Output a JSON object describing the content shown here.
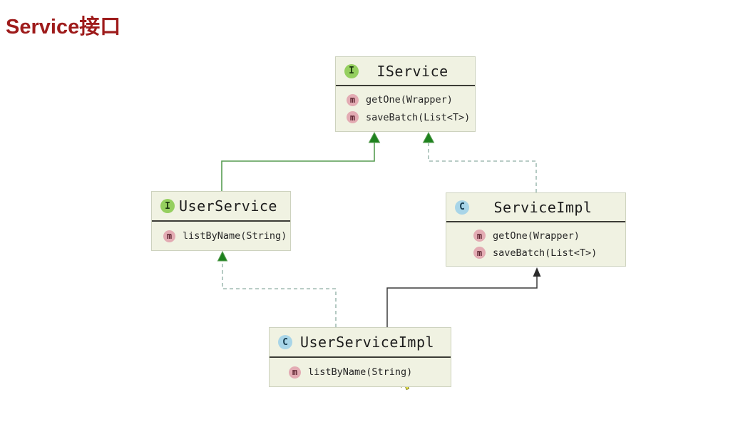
{
  "page": {
    "title": "Service接口"
  },
  "diagram": {
    "nodes": [
      {
        "id": "iservice",
        "kind": "interface",
        "badge": "I",
        "name": "IService",
        "methods": [
          {
            "badge": "m",
            "signature": "getOne(Wrapper)"
          },
          {
            "badge": "m",
            "signature": "saveBatch(List<T>)"
          }
        ]
      },
      {
        "id": "userservice",
        "kind": "interface",
        "badge": "I",
        "name": "UserService",
        "methods": [
          {
            "badge": "m",
            "signature": "listByName(String)"
          }
        ]
      },
      {
        "id": "serviceimpl",
        "kind": "class",
        "badge": "C",
        "name": "ServiceImpl",
        "methods": [
          {
            "badge": "m",
            "signature": "getOne(Wrapper)"
          },
          {
            "badge": "m",
            "signature": "saveBatch(List<T>)"
          }
        ]
      },
      {
        "id": "userserviceimpl",
        "kind": "class",
        "badge": "C",
        "name": "UserServiceImpl",
        "methods": [
          {
            "badge": "m",
            "signature": "listByName(String)"
          }
        ]
      }
    ],
    "edges": [
      {
        "from": "UserService",
        "to": "IService",
        "relation": "extends",
        "line": "solid-green",
        "arrowhead": "filled-green-triangle"
      },
      {
        "from": "ServiceImpl",
        "to": "IService",
        "relation": "implements",
        "line": "dashed-gray",
        "arrowhead": "filled-green-triangle"
      },
      {
        "from": "UserServiceImpl",
        "to": "UserService",
        "relation": "implements",
        "line": "dashed-gray",
        "arrowhead": "filled-green-triangle"
      },
      {
        "from": "UserServiceImpl",
        "to": "ServiceImpl",
        "relation": "extends",
        "line": "solid-dark",
        "arrowhead": "filled-dark-triangle"
      }
    ]
  },
  "colors": {
    "title_text": "#9e1b1b",
    "node_background": "#f0f2e2",
    "node_border": "#cdd2be",
    "header_divider": "#3c3c36",
    "interface_badge": "#95cf5f",
    "class_badge": "#a8d5e8",
    "method_badge": "#e3abb3",
    "solid_green_line": "#579c51",
    "dashed_line": "#a2bcb4",
    "solid_dark_line": "#3c3c3c",
    "green_arrowhead": "#1e821e",
    "cursor_fill": "#f5f04f"
  }
}
